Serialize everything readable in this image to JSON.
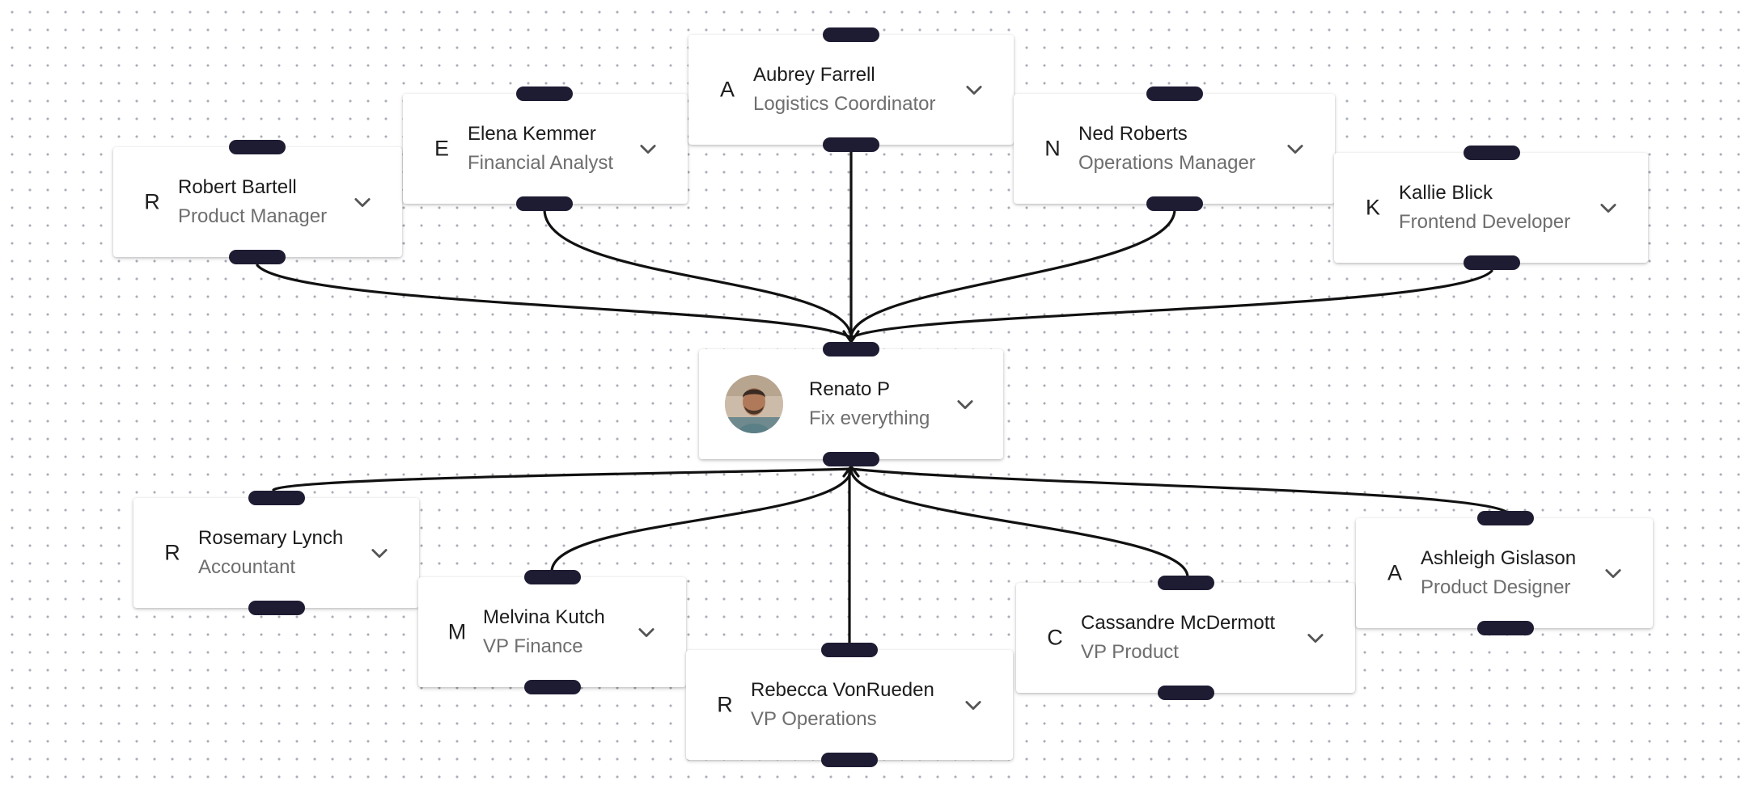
{
  "colors": {
    "handle": "#1e1c33",
    "edge": "#111111",
    "name_text": "#1c1c1c",
    "title_text": "#6e6e6e",
    "grid_dot": "#a8adb6"
  },
  "center": {
    "name": "Renato P",
    "title": "Fix everything",
    "avatar": "photo"
  },
  "top_nodes": [
    {
      "initial": "R",
      "name": "Robert Bartell",
      "title": "Product Manager"
    },
    {
      "initial": "E",
      "name": "Elena Kemmer",
      "title": "Financial Analyst"
    },
    {
      "initial": "A",
      "name": "Aubrey Farrell",
      "title": "Logistics Coordinator"
    },
    {
      "initial": "N",
      "name": "Ned Roberts",
      "title": "Operations Manager"
    },
    {
      "initial": "K",
      "name": "Kallie Blick",
      "title": "Frontend Developer"
    }
  ],
  "bottom_nodes": [
    {
      "initial": "R",
      "name": "Rosemary Lynch",
      "title": "Accountant"
    },
    {
      "initial": "M",
      "name": "Melvina Kutch",
      "title": "VP Finance"
    },
    {
      "initial": "R",
      "name": "Rebecca VonRueden",
      "title": "VP Operations"
    },
    {
      "initial": "C",
      "name": "Cassandre McDermott",
      "title": "VP Product"
    },
    {
      "initial": "A",
      "name": "Ashleigh Gislason",
      "title": "Product Designer"
    }
  ],
  "icons": {
    "expand": "chevron-down-icon"
  }
}
